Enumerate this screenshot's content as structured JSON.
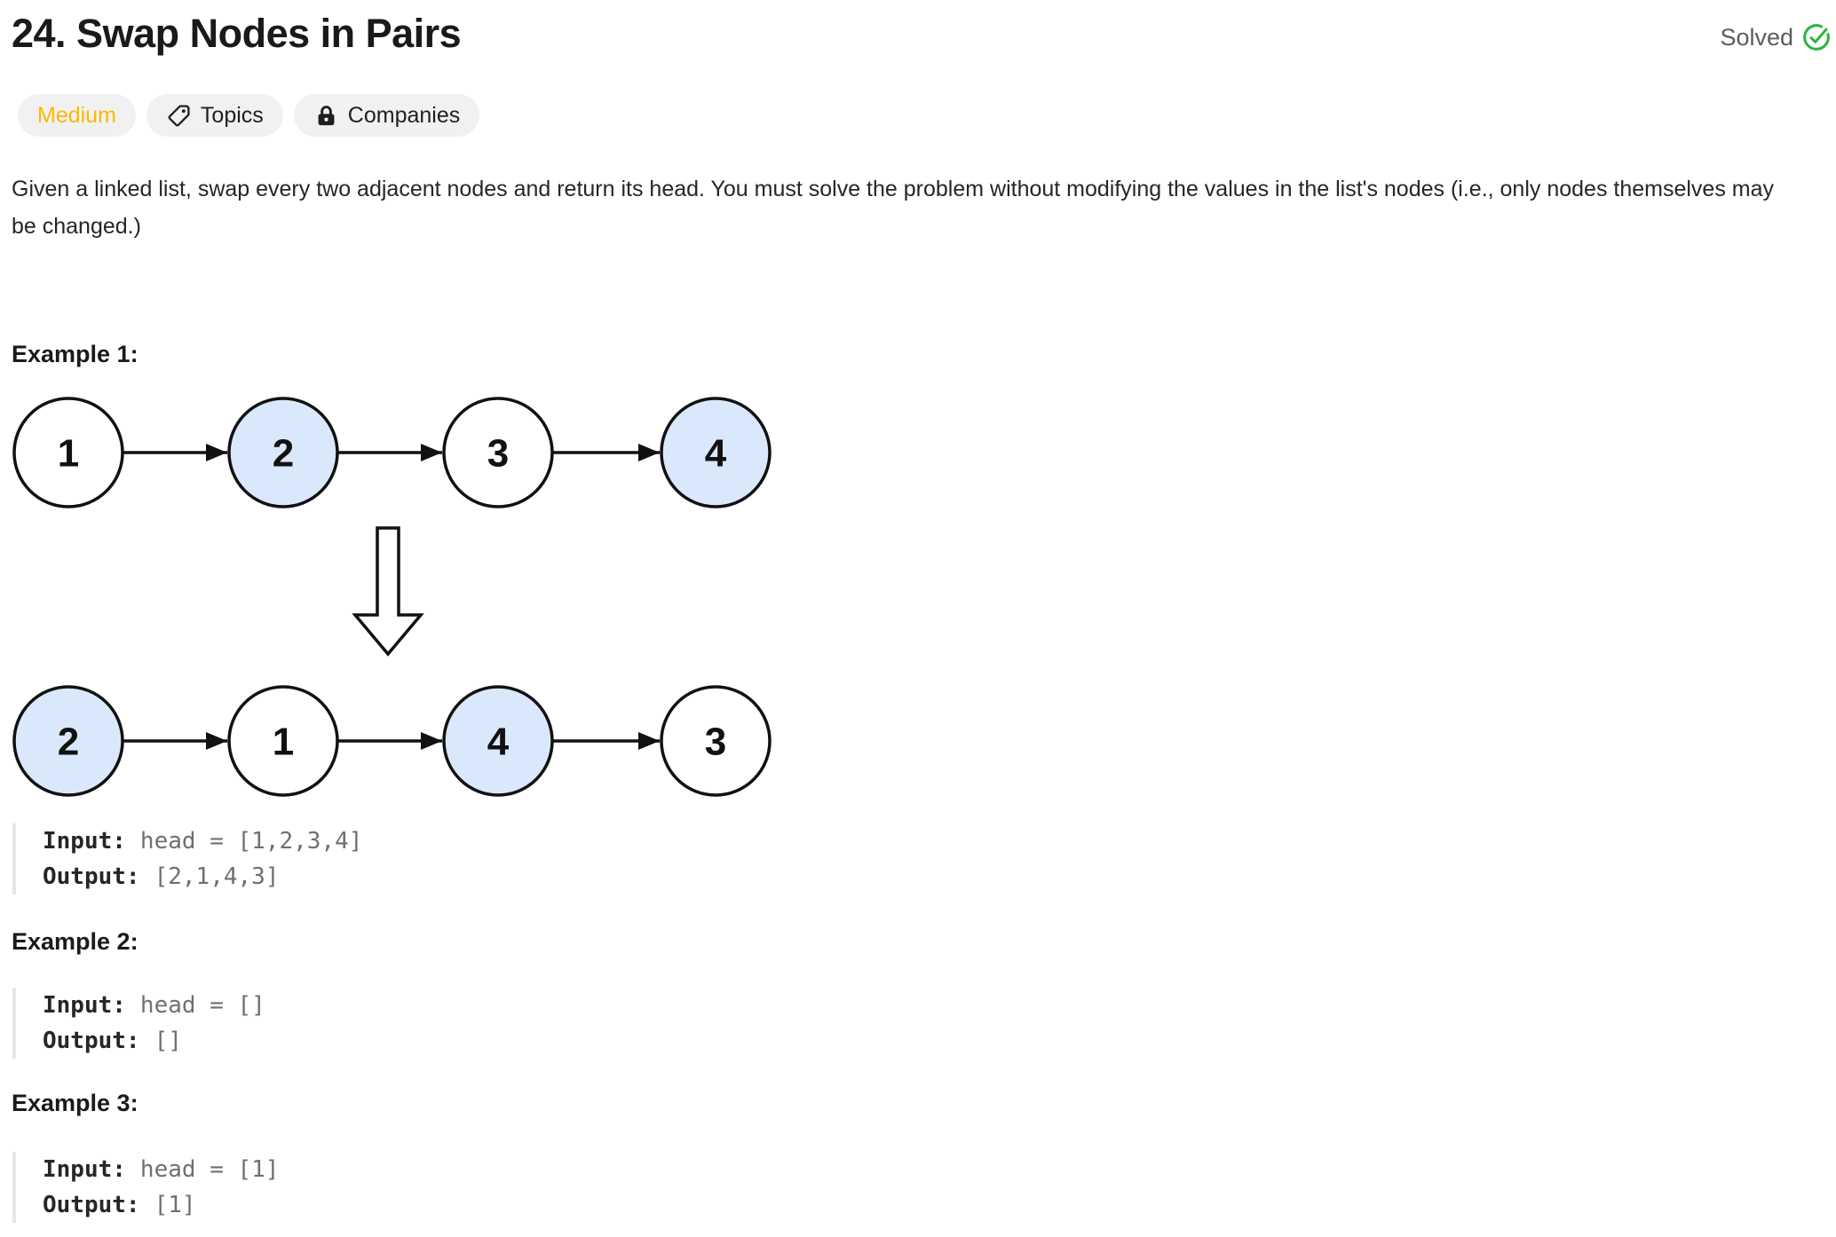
{
  "page": {
    "title": "24. Swap Nodes in Pairs",
    "status": {
      "label": "Solved",
      "icon": "check-circle-icon",
      "color": "#2fb344"
    }
  },
  "badges": {
    "difficulty": {
      "label": "Medium",
      "color": "#ffb800"
    },
    "topics": {
      "label": "Topics",
      "icon": "tag-icon"
    },
    "companies": {
      "label": "Companies",
      "icon": "lock-icon"
    }
  },
  "description": "Given a linked list, swap every two adjacent nodes and return its head. You must solve the problem without modifying the values in the list's nodes (i.e., only nodes themselves may be changed.)",
  "diagram": {
    "node_highlight_color": "#dae8fc",
    "transform_icon": "down-arrow",
    "before": {
      "nodes": [
        {
          "label": "1",
          "fill": "#ffffff"
        },
        {
          "label": "2",
          "fill": "#dae8fc"
        },
        {
          "label": "3",
          "fill": "#ffffff"
        },
        {
          "label": "4",
          "fill": "#dae8fc"
        }
      ]
    },
    "after": {
      "nodes": [
        {
          "label": "2",
          "fill": "#dae8fc"
        },
        {
          "label": "1",
          "fill": "#ffffff"
        },
        {
          "label": "4",
          "fill": "#dae8fc"
        },
        {
          "label": "3",
          "fill": "#ffffff"
        }
      ]
    }
  },
  "examples": [
    {
      "heading": "Example 1:",
      "input_label": "Input:",
      "input_value": "head = [1,2,3,4]",
      "output_label": "Output:",
      "output_value": "[2,1,4,3]"
    },
    {
      "heading": "Example 2:",
      "input_label": "Input:",
      "input_value": "head = []",
      "output_label": "Output:",
      "output_value": "[]"
    },
    {
      "heading": "Example 3:",
      "input_label": "Input:",
      "input_value": "head = [1]",
      "output_label": "Output:",
      "output_value": "[1]"
    }
  ]
}
